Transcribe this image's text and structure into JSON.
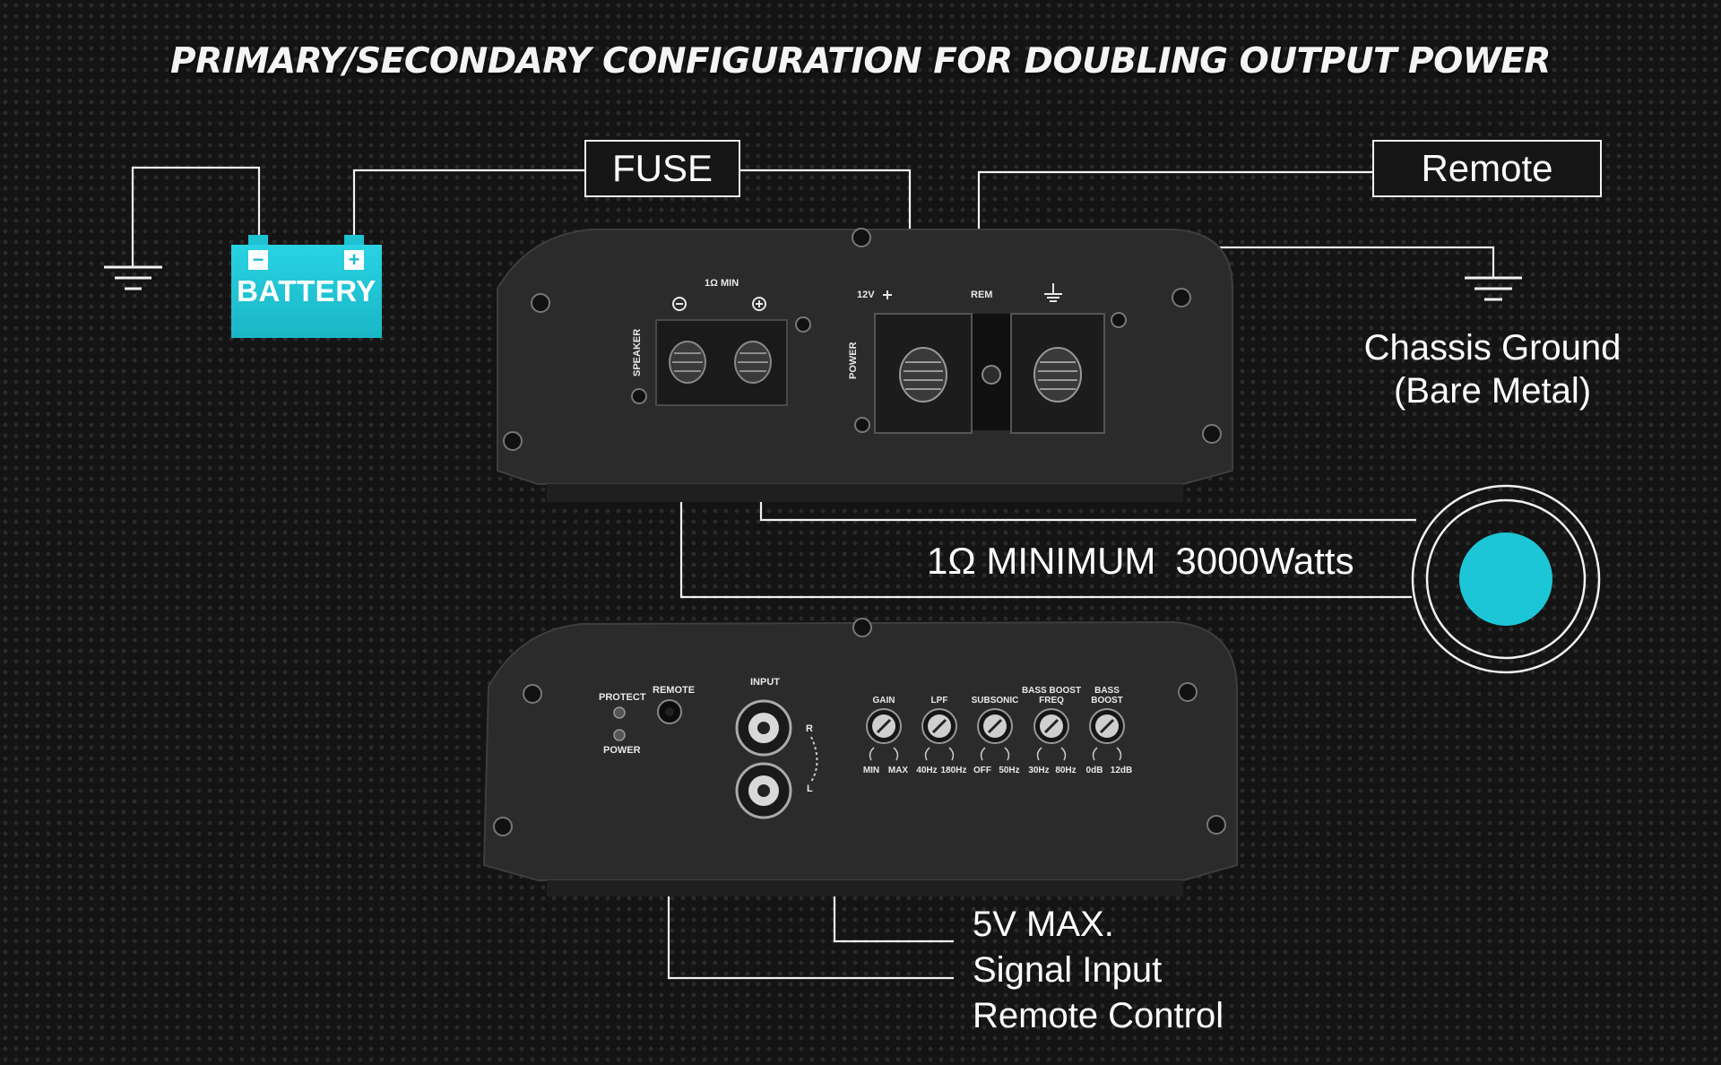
{
  "title": "PRIMARY/SECONDARY CONFIGURATION FOR DOUBLING OUTPUT POWER",
  "labels": {
    "fuse": "FUSE",
    "remote": "Remote",
    "battery": "BATTERY",
    "battery_neg": "−",
    "battery_pos": "+",
    "chassis_line1": "Chassis Ground",
    "chassis_line2": "(Bare Metal)",
    "min_impedance": "1Ω MINIMUM",
    "power_rating": "3000Watts",
    "signal_line1": "5V MAX.",
    "signal_line2": "Signal Input",
    "signal_line3": "Remote Control"
  },
  "top_panel": {
    "speaker_label": "SPEAKER",
    "impedance_min": "1Ω MIN",
    "power_label": "POWER",
    "plus_12v": "12V",
    "rem_label": "REM"
  },
  "bottom_panel": {
    "protect": "PROTECT",
    "power": "POWER",
    "remote": "REMOTE",
    "input": "INPUT",
    "input_r": "R",
    "input_l": "L",
    "knobs": [
      {
        "name": "GAIN",
        "name2": "",
        "left": "MIN",
        "right": "MAX"
      },
      {
        "name": "LPF",
        "name2": "",
        "left": "40Hz",
        "right": "180Hz"
      },
      {
        "name": "SUBSONIC",
        "name2": "",
        "left": "OFF",
        "right": "50Hz"
      },
      {
        "name": "BASS BOOST",
        "name2": "FREQ",
        "left": "30Hz",
        "right": "80Hz"
      },
      {
        "name": "BASS",
        "name2": "BOOST",
        "left": "0dB",
        "right": "12dB"
      }
    ]
  },
  "colors": {
    "accent": "#1dc6d6",
    "line": "#f2f2f2",
    "background": "#141414",
    "panel": "#2a2a2a"
  }
}
